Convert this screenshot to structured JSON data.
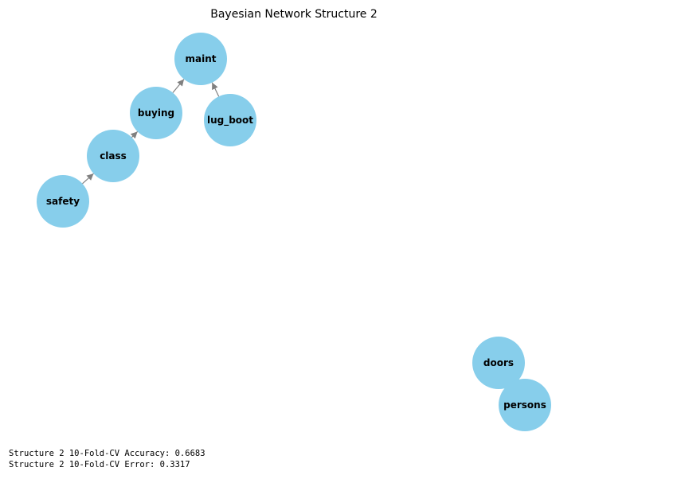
{
  "title": "Bayesian Network Structure 2",
  "colors": {
    "node_fill": "#87ceeb",
    "edge": "#808080",
    "text": "#000000"
  },
  "nodes": [
    {
      "id": "maint",
      "label": "maint"
    },
    {
      "id": "buying",
      "label": "buying"
    },
    {
      "id": "lug_boot",
      "label": "lug_boot"
    },
    {
      "id": "class",
      "label": "class"
    },
    {
      "id": "safety",
      "label": "safety"
    },
    {
      "id": "doors",
      "label": "doors"
    },
    {
      "id": "persons",
      "label": "persons"
    }
  ],
  "edges": [
    {
      "from": "buying",
      "to": "maint"
    },
    {
      "from": "lug_boot",
      "to": "maint"
    },
    {
      "from": "class",
      "to": "buying"
    },
    {
      "from": "safety",
      "to": "class"
    }
  ],
  "metrics": {
    "accuracy_line": "Structure 2 10-Fold-CV Accuracy: 0.6683",
    "error_line": "Structure 2 10-Fold-CV Error: 0.3317"
  }
}
